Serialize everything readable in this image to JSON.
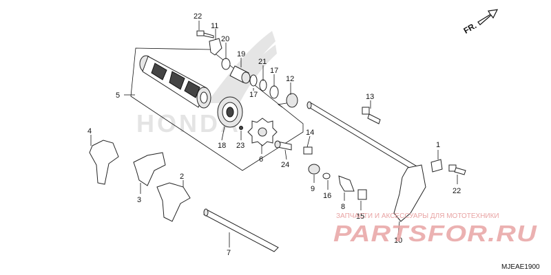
{
  "diagram": {
    "code": "MJEAE1900",
    "direction_label": "FR.",
    "callouts": [
      {
        "id": "c22a",
        "text": "22"
      },
      {
        "id": "c11",
        "text": "11"
      },
      {
        "id": "c20",
        "text": "20"
      },
      {
        "id": "c19",
        "text": "19"
      },
      {
        "id": "c21",
        "text": "21"
      },
      {
        "id": "c17a",
        "text": "17"
      },
      {
        "id": "c17b",
        "text": "17"
      },
      {
        "id": "c12",
        "text": "12"
      },
      {
        "id": "c13",
        "text": "13"
      },
      {
        "id": "c5",
        "text": "5"
      },
      {
        "id": "c18",
        "text": "18"
      },
      {
        "id": "c23",
        "text": "23"
      },
      {
        "id": "c6",
        "text": "6"
      },
      {
        "id": "c14",
        "text": "14"
      },
      {
        "id": "c24",
        "text": "24"
      },
      {
        "id": "c4",
        "text": "4"
      },
      {
        "id": "c3",
        "text": "3"
      },
      {
        "id": "c2",
        "text": "2"
      },
      {
        "id": "c9",
        "text": "9"
      },
      {
        "id": "c16",
        "text": "16"
      },
      {
        "id": "c8",
        "text": "8"
      },
      {
        "id": "c15",
        "text": "15"
      },
      {
        "id": "c1",
        "text": "1"
      },
      {
        "id": "c22b",
        "text": "22"
      },
      {
        "id": "c7",
        "text": "7"
      },
      {
        "id": "c10",
        "text": "10"
      }
    ]
  },
  "watermark": {
    "tagline": "ЗАПЧАСТИ И АКСЕССУАРЫ ДЛЯ МОТОТЕХНИКИ",
    "logo": "PARTSFOR.RU",
    "brand": "HONDA"
  },
  "colors": {
    "watermark_red": "#e8a3a3",
    "watermark_gray": "#d9d9d9",
    "line": "#111111"
  }
}
